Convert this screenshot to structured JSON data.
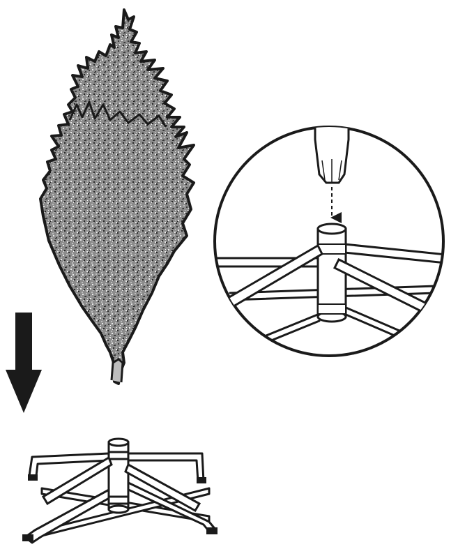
{
  "diagram": {
    "kind": "assembly-illustration",
    "colors": {
      "ink": "#1a1a1a",
      "foliage_base": "#8c8c8c",
      "foliage_dark": "#3a3a3a",
      "foliage_light": "#e8e8e8",
      "paper": "#ffffff"
    },
    "parts": [
      {
        "name": "tree-top-section",
        "description_visible": false
      },
      {
        "name": "insert-direction-arrow",
        "direction": "down"
      },
      {
        "name": "detail-callout",
        "shape": "circle"
      },
      {
        "name": "tree-stand",
        "legs": 4
      }
    ]
  }
}
